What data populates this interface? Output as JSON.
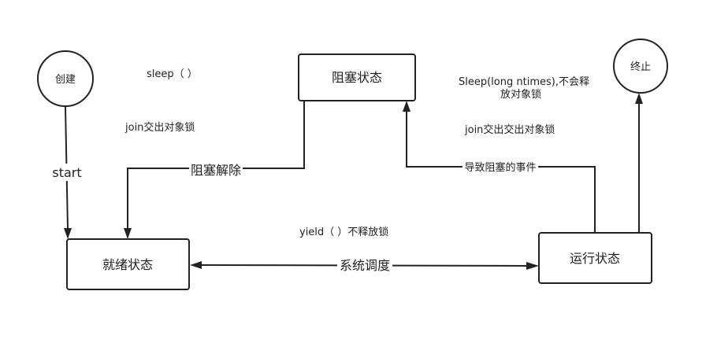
{
  "nodes": {
    "create": "创建",
    "ready": "就绪状态",
    "blocked": "阻塞状态",
    "running": "运行状态",
    "terminated": "终止"
  },
  "edges": {
    "start": "start",
    "unblock": "阻塞解除",
    "block_event": "导致阻塞的事件",
    "schedule": "系统调度"
  },
  "notes": {
    "sleep": "sleep（  ）",
    "join_left": "join交出对象锁",
    "sleep_long_line1": "Sleep(long ntimes),不会释",
    "sleep_long_line2": "放对象锁",
    "join_right": "join交出交出对象锁",
    "yield": "yield（  ）不释放锁"
  }
}
